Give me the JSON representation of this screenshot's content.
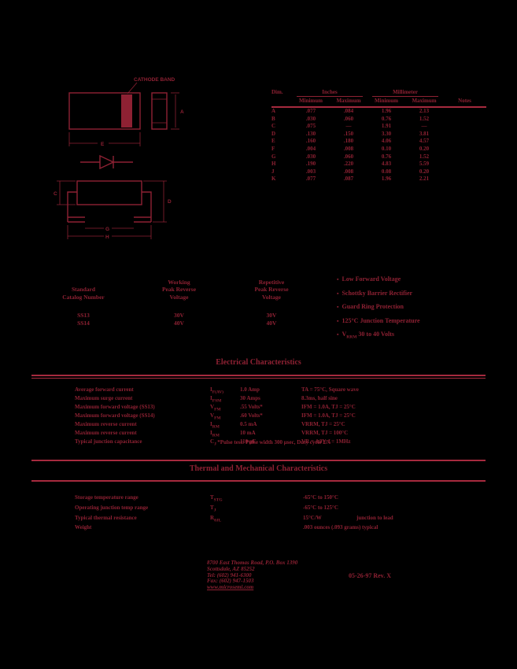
{
  "colors": {
    "ink": "#8e2133",
    "bright": "#a62a3e",
    "bg": "#000000"
  },
  "features_bullet": "▪",
  "drawing": {
    "cathode_label": "CATHODE BAND",
    "labels": {
      "top_width": "E",
      "end_height": "A",
      "body_height": "C",
      "overall_height": "D",
      "foot_span": "G",
      "overall_width": "H"
    }
  },
  "dim_table": {
    "dim_header": "Dim.",
    "inches_header": "Inches",
    "mm_header": "Millimeter",
    "col_headers": [
      "Minimum",
      "Maximum",
      "Minimum",
      "Maximum",
      "Notes"
    ],
    "rows": [
      {
        "dim": "A",
        "in_min": ".077",
        "in_max": ".084",
        "mm_min": "1.96",
        "mm_max": "2.13",
        "note": ""
      },
      {
        "dim": "B",
        "in_min": ".030",
        "in_max": ".060",
        "mm_min": "0.76",
        "mm_max": "1.52",
        "note": ""
      },
      {
        "dim": "C",
        "in_min": ".075",
        "in_max": "—",
        "mm_min": "1.91",
        "mm_max": "—",
        "note": ""
      },
      {
        "dim": "D",
        "in_min": ".130",
        "in_max": ".150",
        "mm_min": "3.30",
        "mm_max": "3.81",
        "note": ""
      },
      {
        "dim": "E",
        "in_min": ".160",
        "in_max": ".180",
        "mm_min": "4.06",
        "mm_max": "4.57",
        "note": ""
      },
      {
        "dim": "F",
        "in_min": ".004",
        "in_max": ".008",
        "mm_min": "0.10",
        "mm_max": "0.20",
        "note": ""
      },
      {
        "dim": "G",
        "in_min": ".030",
        "in_max": ".060",
        "mm_min": "0.76",
        "mm_max": "1.52",
        "note": ""
      },
      {
        "dim": "H",
        "in_min": ".190",
        "in_max": ".220",
        "mm_min": "4.83",
        "mm_max": "5.59",
        "note": ""
      },
      {
        "dim": "J",
        "in_min": ".003",
        "in_max": ".008",
        "mm_min": "0.08",
        "mm_max": "0.20",
        "note": ""
      },
      {
        "dim": "K",
        "in_min": ".077",
        "in_max": ".087",
        "mm_min": "1.96",
        "mm_max": "2.21",
        "note": ""
      }
    ]
  },
  "catalog": {
    "col1": {
      "line1": "Standard",
      "line2": "Catalog Number"
    },
    "col2": {
      "line1": "Working",
      "line2": "Peak Reverse",
      "line3": "Voltage"
    },
    "col3": {
      "line1": "Repetitive",
      "line2": "Peak Reverse",
      "line3": "Voltage"
    },
    "rows": [
      {
        "number": "SS13",
        "working": "30V",
        "repetitive": "30V"
      },
      {
        "number": "SS14",
        "working": "40V",
        "repetitive": "40V"
      }
    ]
  },
  "features": [
    {
      "pre": "",
      "sub": "",
      "text": "Low Forward Voltage"
    },
    {
      "pre": "",
      "sub": "",
      "text": "Schottky Barrier Rectifier"
    },
    {
      "pre": "",
      "sub": "",
      "text": "Guard Ring Protection"
    },
    {
      "pre": "",
      "sub": "",
      "text": "125°C Junction Temperature"
    },
    {
      "pre": "V",
      "sub": "RRM",
      "text": " 30 to 40 Volts"
    }
  ],
  "electrical": {
    "title": "Electrical  Characteristics",
    "rows": [
      {
        "name": "Average forward current",
        "sym": "I",
        "sub": "F(AV)",
        "value": "1.0 Amp",
        "cond": "TA = 75°C, Square wave"
      },
      {
        "name": "Maximum surge current",
        "sym": "I",
        "sub": "FSM",
        "value": "30 Amps",
        "cond": "8.3ms, half sine"
      },
      {
        "name": "Maximum forward voltage (SS13)",
        "sym": "V",
        "sub": "FM",
        "value": ".55 Volts*",
        "cond": "IFM = 1.0A, TJ = 25°C"
      },
      {
        "name": "Maximum forward voltage (SS14)",
        "sym": "V",
        "sub": "FM",
        "value": ".60 Volts*",
        "cond": "IFM = 1.0A, TJ = 25°C"
      },
      {
        "name": "Maximum reverse current",
        "sym": "I",
        "sub": "RM",
        "value": "0.5 mA",
        "cond": "VRRM, TJ = 25°C"
      },
      {
        "name": "Maximum reverse current",
        "sym": "I",
        "sub": "RM",
        "value": "10 mA",
        "cond": "VRRM, TJ = 100°C"
      },
      {
        "name": "Typical junction capacitance",
        "sym": "C",
        "sub": "J",
        "value": "110 pF",
        "cond": "VR = 4.0V, f = 1MHz"
      }
    ],
    "note": "*Pulse test: Pulse width 300 μsec, Duty cycle 2%"
  },
  "thermal": {
    "title": "Thermal and Mechanical Characteristics",
    "rows": [
      {
        "name": "Storage temperature range",
        "sym": "T",
        "sub": "STG",
        "value": "-65°C to 150°C",
        "extra": ""
      },
      {
        "name": "Operating junction temp range",
        "sym": "T",
        "sub": "J",
        "value": "-65°C to 125°C",
        "extra": ""
      },
      {
        "name": "Typical thermal resistance",
        "sym": "R",
        "sub": "θJL",
        "value": "15°C/W",
        "extra": "junction to lead"
      },
      {
        "name": "Weight",
        "sym": "",
        "sub": "",
        "value": ".003 ounces (.093 grams) typical",
        "extra": ""
      }
    ]
  },
  "footer": {
    "address": {
      "line1": "8700 East Thomas Road, P.O. Box 1390",
      "line2": "Scottsdale, AZ 85252",
      "line3": "Tel: (602) 941-6300",
      "line4": "Fax: (602) 947-1503",
      "line5": "www.microsemi.com"
    },
    "revision": "05-26-97 Rev. X"
  }
}
